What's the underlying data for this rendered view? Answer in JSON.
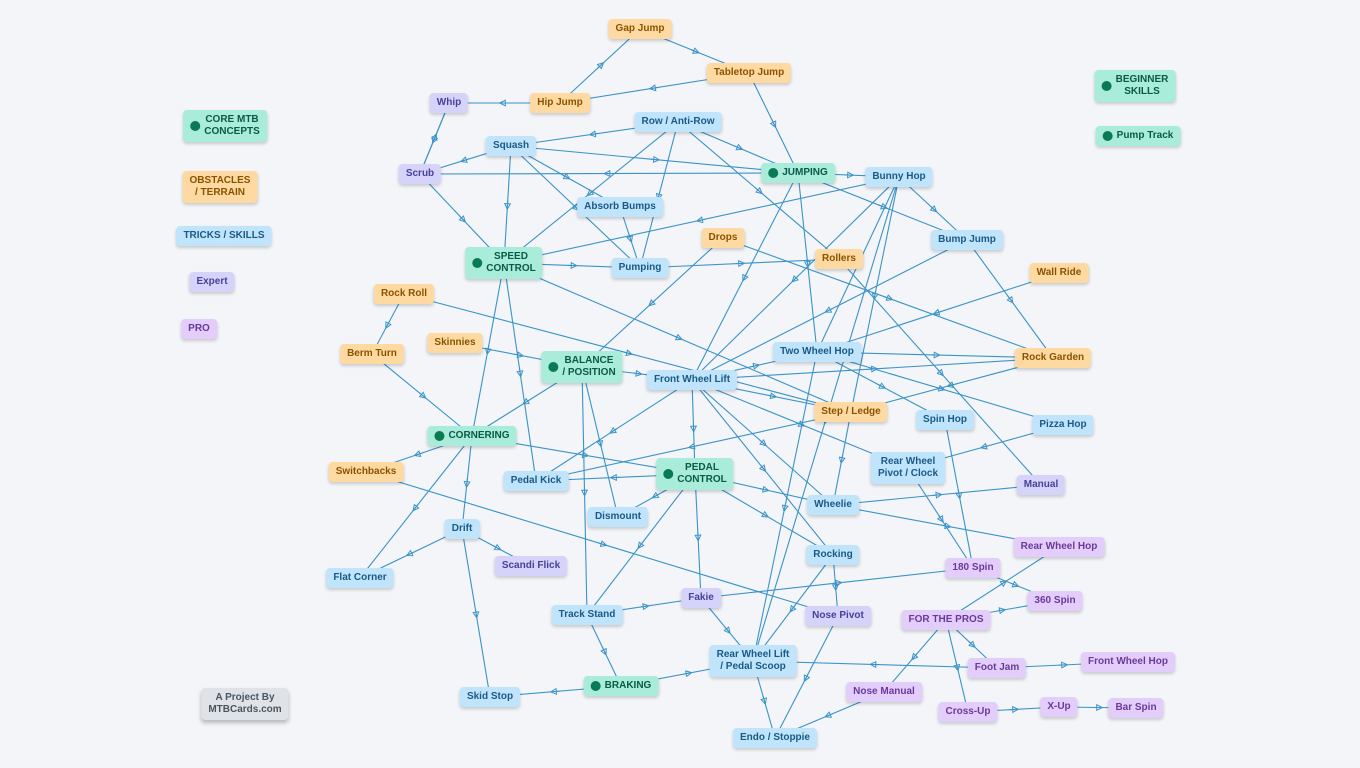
{
  "colors": {
    "edge": "#3a93c8",
    "core": "#a8ecd9",
    "obstacle": "#fed9a2",
    "trick": "#bfe4fb",
    "expert": "#d6d3fa",
    "pro": "#e3cdfa"
  },
  "legend": [
    {
      "id": "lg_core",
      "label": "CORE MTB\nCONCEPTS",
      "type": "core",
      "dot": true
    },
    {
      "id": "lg_obst",
      "label": "OBSTACLES\n/ TERRAIN",
      "type": "obst"
    },
    {
      "id": "lg_trick",
      "label": "TRICKS / SKILLS",
      "type": "trick"
    },
    {
      "id": "lg_expert",
      "label": "Expert",
      "type": "expert"
    },
    {
      "id": "lg_pro",
      "label": "PRO",
      "type": "pro"
    }
  ],
  "side_labels": [
    {
      "id": "lg_beginner",
      "label": "BEGINNER\nSKILLS",
      "type": "core",
      "dot": true
    },
    {
      "id": "pumptrack",
      "label": "Pump Track",
      "type": "core",
      "dot": true
    }
  ],
  "credit": {
    "label": "A Project By\nMTBCards.com"
  },
  "nodes": [
    {
      "id": "gapjump",
      "label": "Gap Jump",
      "type": "obst"
    },
    {
      "id": "tabletop",
      "label": "Tabletop Jump",
      "type": "obst"
    },
    {
      "id": "hipjump",
      "label": "Hip Jump",
      "type": "obst"
    },
    {
      "id": "whip",
      "label": "Whip",
      "type": "expert"
    },
    {
      "id": "rowanti",
      "label": "Row / Anti-Row",
      "type": "trick"
    },
    {
      "id": "squash",
      "label": "Squash",
      "type": "trick"
    },
    {
      "id": "scrub",
      "label": "Scrub",
      "type": "expert"
    },
    {
      "id": "jumping",
      "label": "JUMPING",
      "type": "core",
      "dot": true
    },
    {
      "id": "bunnyhop",
      "label": "Bunny Hop",
      "type": "trick"
    },
    {
      "id": "absorb",
      "label": "Absorb Bumps",
      "type": "trick"
    },
    {
      "id": "drops",
      "label": "Drops",
      "type": "obst"
    },
    {
      "id": "bumpjump",
      "label": "Bump Jump",
      "type": "trick"
    },
    {
      "id": "speedcontrol",
      "label": "SPEED\nCONTROL",
      "type": "core",
      "dot": true
    },
    {
      "id": "pumping",
      "label": "Pumping",
      "type": "trick"
    },
    {
      "id": "rollers",
      "label": "Rollers",
      "type": "obst"
    },
    {
      "id": "wallride",
      "label": "Wall Ride",
      "type": "obst"
    },
    {
      "id": "rockroll",
      "label": "Rock Roll",
      "type": "obst"
    },
    {
      "id": "skinnies",
      "label": "Skinnies",
      "type": "obst"
    },
    {
      "id": "bermturn",
      "label": "Berm Turn",
      "type": "obst"
    },
    {
      "id": "balance",
      "label": "BALANCE\n/ POSITION",
      "type": "core",
      "dot": true
    },
    {
      "id": "twowheelhop",
      "label": "Two Wheel Hop",
      "type": "trick"
    },
    {
      "id": "rockgarden",
      "label": "Rock Garden",
      "type": "obst"
    },
    {
      "id": "frontwheellift",
      "label": "Front Wheel Lift",
      "type": "trick"
    },
    {
      "id": "stepledge",
      "label": "Step / Ledge",
      "type": "obst"
    },
    {
      "id": "spinhop",
      "label": "Spin Hop",
      "type": "trick"
    },
    {
      "id": "pizzahop",
      "label": "Pizza Hop",
      "type": "trick"
    },
    {
      "id": "cornering",
      "label": "CORNERING",
      "type": "core",
      "dot": true
    },
    {
      "id": "pedalcontrol",
      "label": "PEDAL\nCONTROL",
      "type": "core",
      "dot": true
    },
    {
      "id": "rearpivot",
      "label": "Rear Wheel\nPivot / Clock",
      "type": "trick"
    },
    {
      "id": "switchbacks",
      "label": "Switchbacks",
      "type": "obst"
    },
    {
      "id": "pedalkick",
      "label": "Pedal Kick",
      "type": "trick"
    },
    {
      "id": "manual",
      "label": "Manual",
      "type": "expert"
    },
    {
      "id": "dismount",
      "label": "Dismount",
      "type": "trick"
    },
    {
      "id": "wheelie",
      "label": "Wheelie",
      "type": "trick"
    },
    {
      "id": "drift",
      "label": "Drift",
      "type": "trick"
    },
    {
      "id": "rearwheelhop",
      "label": "Rear Wheel Hop",
      "type": "pro"
    },
    {
      "id": "scandi",
      "label": "Scandi Flick",
      "type": "expert"
    },
    {
      "id": "rocking",
      "label": "Rocking",
      "type": "trick"
    },
    {
      "id": "spin180",
      "label": "180 Spin",
      "type": "pro"
    },
    {
      "id": "flatcorner",
      "label": "Flat Corner",
      "type": "trick"
    },
    {
      "id": "spin360",
      "label": "360 Spin",
      "type": "pro"
    },
    {
      "id": "fakie",
      "label": "Fakie",
      "type": "expert"
    },
    {
      "id": "trackstand",
      "label": "Track Stand",
      "type": "trick"
    },
    {
      "id": "nosepivot",
      "label": "Nose Pivot",
      "type": "expert"
    },
    {
      "id": "forthepros",
      "label": "FOR THE PROS",
      "type": "pro"
    },
    {
      "id": "rearwheellift",
      "label": "Rear Wheel Lift\n/ Pedal Scoop",
      "type": "trick"
    },
    {
      "id": "footjam",
      "label": "Foot Jam",
      "type": "pro"
    },
    {
      "id": "frontwheelhop",
      "label": "Front Wheel Hop",
      "type": "pro"
    },
    {
      "id": "braking",
      "label": "BRAKING",
      "type": "core",
      "dot": true
    },
    {
      "id": "skidstop",
      "label": "Skid Stop",
      "type": "trick"
    },
    {
      "id": "nosemanual",
      "label": "Nose Manual",
      "type": "pro"
    },
    {
      "id": "crossup",
      "label": "Cross-Up",
      "type": "pro"
    },
    {
      "id": "xup",
      "label": "X-Up",
      "type": "pro"
    },
    {
      "id": "barspin",
      "label": "Bar Spin",
      "type": "pro"
    },
    {
      "id": "endo",
      "label": "Endo / Stoppie",
      "type": "trick"
    }
  ],
  "edges": [
    [
      "hipjump",
      "gapjump"
    ],
    [
      "gapjump",
      "tabletop"
    ],
    [
      "tabletop",
      "hipjump"
    ],
    [
      "hipjump",
      "whip"
    ],
    [
      "tabletop",
      "jumping"
    ],
    [
      "scrub",
      "whip"
    ],
    [
      "whip",
      "scrub"
    ],
    [
      "squash",
      "scrub"
    ],
    [
      "rowanti",
      "squash"
    ],
    [
      "jumping",
      "scrub"
    ],
    [
      "jumping",
      "bunnyhop"
    ],
    [
      "rowanti",
      "jumping"
    ],
    [
      "squash",
      "jumping"
    ],
    [
      "squash",
      "absorb"
    ],
    [
      "scrub",
      "speedcontrol"
    ],
    [
      "squash",
      "speedcontrol"
    ],
    [
      "rowanti",
      "speedcontrol"
    ],
    [
      "rowanti",
      "pumping"
    ],
    [
      "absorb",
      "pumping"
    ],
    [
      "squash",
      "pumping"
    ],
    [
      "speedcontrol",
      "pumping"
    ],
    [
      "pumping",
      "rollers"
    ],
    [
      "jumping",
      "twowheelhop"
    ],
    [
      "jumping",
      "frontwheellift"
    ],
    [
      "bunnyhop",
      "bumpjump"
    ],
    [
      "bunnyhop",
      "speedcontrol"
    ],
    [
      "bunnyhop",
      "twowheelhop"
    ],
    [
      "bunnyhop",
      "frontwheellift"
    ],
    [
      "bunnyhop",
      "stepledge"
    ],
    [
      "jumping",
      "bumpjump"
    ],
    [
      "rowanti",
      "rollers"
    ],
    [
      "drops",
      "rockgarden"
    ],
    [
      "drops",
      "balance"
    ],
    [
      "bumpjump",
      "rockgarden"
    ],
    [
      "bumpjump",
      "frontwheellift"
    ],
    [
      "wallride",
      "twowheelhop"
    ],
    [
      "rockroll",
      "stepledge"
    ],
    [
      "speedcontrol",
      "stepledge"
    ],
    [
      "speedcontrol",
      "cornering"
    ],
    [
      "speedcontrol",
      "pedalkick"
    ],
    [
      "skinnies",
      "balance"
    ],
    [
      "rockroll",
      "bermturn"
    ],
    [
      "bermturn",
      "cornering"
    ],
    [
      "balance",
      "frontwheellift"
    ],
    [
      "balance",
      "cornering"
    ],
    [
      "balance",
      "trackstand"
    ],
    [
      "balance",
      "dismount"
    ],
    [
      "twowheelhop",
      "rockgarden"
    ],
    [
      "twowheelhop",
      "pizzahop"
    ],
    [
      "twowheelhop",
      "spinhop"
    ],
    [
      "frontwheellift",
      "twowheelhop"
    ],
    [
      "frontwheellift",
      "rockgarden"
    ],
    [
      "frontwheellift",
      "stepledge"
    ],
    [
      "frontwheellift",
      "pedalcontrol"
    ],
    [
      "frontwheellift",
      "rearpivot"
    ],
    [
      "frontwheellift",
      "wheelie"
    ],
    [
      "frontwheellift",
      "rocking"
    ],
    [
      "frontwheellift",
      "pedalkick"
    ],
    [
      "stepledge",
      "pedalkick"
    ],
    [
      "stepledge",
      "wheelie"
    ],
    [
      "rollers",
      "manual"
    ],
    [
      "rockgarden",
      "stepledge"
    ],
    [
      "pizzahop",
      "rearpivot"
    ],
    [
      "rearpivot",
      "spin180"
    ],
    [
      "spinhop",
      "spin180"
    ],
    [
      "cornering",
      "switchbacks"
    ],
    [
      "cornering",
      "pedalcontrol"
    ],
    [
      "cornering",
      "drift"
    ],
    [
      "cornering",
      "flatcorner"
    ],
    [
      "pedalcontrol",
      "pedalkick"
    ],
    [
      "pedalcontrol",
      "dismount"
    ],
    [
      "pedalcontrol",
      "wheelie"
    ],
    [
      "pedalcontrol",
      "rocking"
    ],
    [
      "pedalcontrol",
      "fakie"
    ],
    [
      "pedalcontrol",
      "trackstand"
    ],
    [
      "wheelie",
      "manual"
    ],
    [
      "wheelie",
      "rearwheelhop"
    ],
    [
      "drift",
      "flatcorner"
    ],
    [
      "drift",
      "scandi"
    ],
    [
      "drift",
      "skidstop"
    ],
    [
      "switchbacks",
      "nosepivot"
    ],
    [
      "rocking",
      "nosepivot"
    ],
    [
      "rocking",
      "rearwheellift"
    ],
    [
      "trackstand",
      "fakie"
    ],
    [
      "trackstand",
      "braking"
    ],
    [
      "fakie",
      "spin180"
    ],
    [
      "fakie",
      "rearwheellift"
    ],
    [
      "spin180",
      "spin360"
    ],
    [
      "forthepros",
      "spin360"
    ],
    [
      "forthepros",
      "rearwheelhop"
    ],
    [
      "forthepros",
      "nosemanual"
    ],
    [
      "forthepros",
      "footjam"
    ],
    [
      "forthepros",
      "crossup"
    ],
    [
      "footjam",
      "frontwheelhop"
    ],
    [
      "crossup",
      "xup"
    ],
    [
      "xup",
      "barspin"
    ],
    [
      "rearwheellift",
      "endo"
    ],
    [
      "nosepivot",
      "endo"
    ],
    [
      "nosemanual",
      "endo"
    ],
    [
      "braking",
      "skidstop"
    ],
    [
      "braking",
      "rearwheellift"
    ],
    [
      "twowheelhop",
      "rearwheellift"
    ],
    [
      "footjam",
      "rearwheellift"
    ],
    [
      "bunnyhop",
      "rearwheellift"
    ]
  ]
}
